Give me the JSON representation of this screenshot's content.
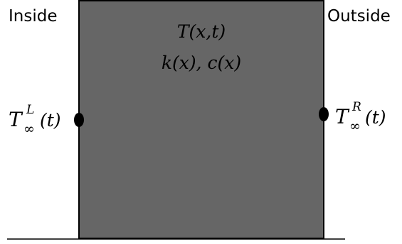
{
  "labels": {
    "inside": "Inside",
    "outside": "Outside"
  },
  "wall": {
    "field_label": "T(x,t)",
    "properties_label": "k(x), c(x)"
  },
  "boundaries": {
    "left": {
      "symbol": "T",
      "superscript": "L",
      "subscript": "∞",
      "argument": "(t)"
    },
    "right": {
      "symbol": "T",
      "superscript": "R",
      "subscript": "∞",
      "argument": "(t)"
    }
  },
  "colors": {
    "wall_fill": "#666666",
    "stroke": "#000000",
    "text": "#000000",
    "background": "#ffffff"
  }
}
